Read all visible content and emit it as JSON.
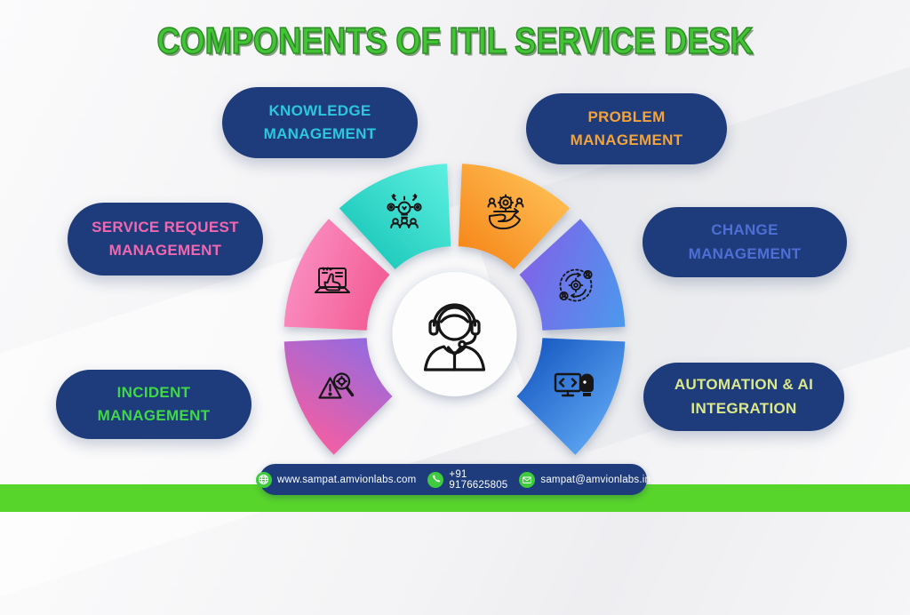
{
  "title": "COMPONENTS OF ITIL SERVICE DESK",
  "theme": {
    "title_color": "#43C437",
    "title_outline": "#2C8C24",
    "pill_bg": "#1E3B7B",
    "footer_bg": "#1E3B7B",
    "footer_icon_bg": "#3ECB3E",
    "bottom_strip": "#58D52B",
    "icon_stroke": "#161616",
    "center_circle_bg": "#FDFDFE"
  },
  "pills": [
    {
      "id": "knowledge",
      "line1": "KNOWLEDGE",
      "line2": "MANAGEMENT",
      "text_color": "#2BC8DB"
    },
    {
      "id": "problem",
      "line1": "PROBLEM",
      "line2": "MANAGEMENT",
      "text_color": "#F2A33C"
    },
    {
      "id": "service-request",
      "line1": "SERVICE REQUEST",
      "line2": "MANAGEMENT",
      "text_color": "#F168B0"
    },
    {
      "id": "change",
      "line1": "CHANGE",
      "line2": "MANAGEMENT",
      "text_color": "#4E6FD6"
    },
    {
      "id": "incident",
      "line1": "INCIDENT",
      "line2": "MANAGEMENT",
      "text_color": "#3FD948"
    },
    {
      "id": "automation",
      "line1": "AUTOMATION & AI",
      "line2": "INTEGRATION",
      "text_color": "#DCE98B"
    }
  ],
  "segments": [
    {
      "id": "knowledge",
      "icon": "knowledge-icon",
      "gradient_from": "#12C3B5",
      "gradient_to": "#5CEFE0"
    },
    {
      "id": "problem",
      "icon": "problem-icon",
      "gradient_from": "#F6871B",
      "gradient_to": "#FFC155"
    },
    {
      "id": "service-request",
      "icon": "service-request-icon",
      "gradient_from": "#F2558F",
      "gradient_to": "#FA8FC2"
    },
    {
      "id": "change",
      "icon": "change-icon",
      "gradient_from": "#7B67E9",
      "gradient_to": "#4E96EC"
    },
    {
      "id": "incident",
      "icon": "incident-icon",
      "gradient_from": "#F05FA5",
      "gradient_to": "#8A6BE6"
    },
    {
      "id": "automation",
      "icon": "automation-icon",
      "gradient_from": "#1A5CC4",
      "gradient_to": "#5AA2F0"
    }
  ],
  "center": {
    "icon": "support-agent-icon"
  },
  "footer": {
    "items": [
      {
        "icon": "globe-icon",
        "text": "www.sampat.amvionlabs.com"
      },
      {
        "icon": "phone-icon",
        "text": "+91 9176625805"
      },
      {
        "icon": "envelope-icon",
        "text": "sampat@amvionlabs.in"
      }
    ]
  }
}
